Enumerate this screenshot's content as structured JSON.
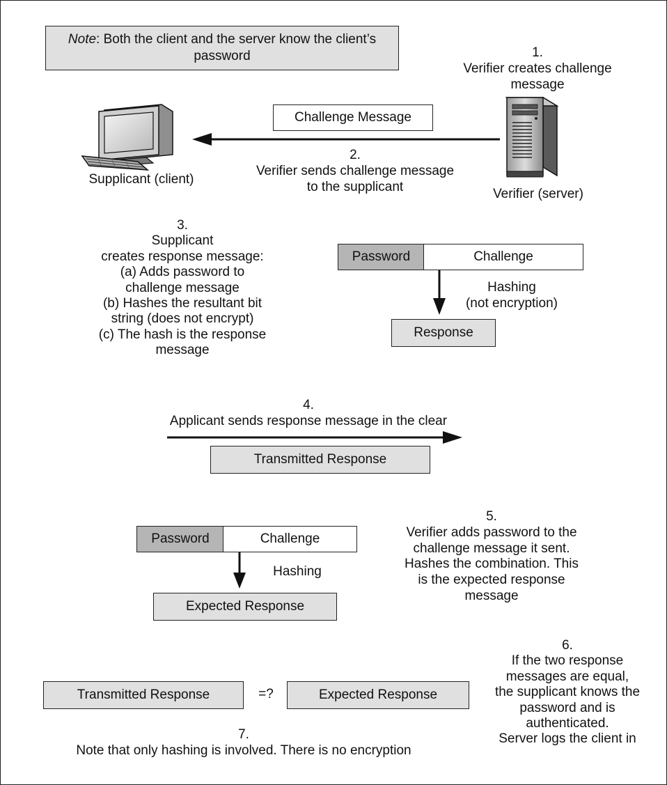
{
  "note": {
    "prefix": "Note",
    "text": ": Both the client and the server know the client’s password"
  },
  "step1": {
    "num": "1.",
    "lines": [
      "Verifier creates challenge",
      "message"
    ]
  },
  "challenge_message": "Challenge Message",
  "step2": {
    "num": "2.",
    "lines": [
      "Verifier sends challenge message",
      "to the supplicant"
    ]
  },
  "supplicant_label": "Supplicant (client)",
  "verifier_label": "Verifier (server)",
  "step3": {
    "num": "3.",
    "lines": [
      "Supplicant",
      "creates response message:",
      "(a) Adds password to",
      "challenge message",
      "(b) Hashes the resultant bit",
      "string (does not encrypt)",
      "(c) The hash is the response",
      "message"
    ]
  },
  "client_calc": {
    "password": "Password",
    "challenge": "Challenge",
    "hashing_lines": [
      "Hashing",
      "(not encryption)"
    ],
    "response": "Response"
  },
  "step4": {
    "num": "4.",
    "text": "Applicant sends response message in the clear"
  },
  "transmitted_response": "Transmitted Response",
  "server_calc": {
    "password": "Password",
    "challenge": "Challenge",
    "hashing": "Hashing",
    "expected_response": "Expected Response"
  },
  "step5": {
    "num": "5.",
    "lines": [
      "Verifier adds password to the",
      "challenge message it sent.",
      "Hashes the combination. This",
      "is the expected response",
      "message"
    ]
  },
  "compare": {
    "left": "Transmitted Response",
    "op": "=?",
    "right": "Expected Response"
  },
  "step6": {
    "num": "6.",
    "lines": [
      "If the two response",
      "messages are equal,",
      "the supplicant knows the",
      "password and is",
      "authenticated.",
      "Server logs the client in"
    ]
  },
  "step7": {
    "num": "7.",
    "text": "Note that only hashing is involved. There is no encryption"
  }
}
